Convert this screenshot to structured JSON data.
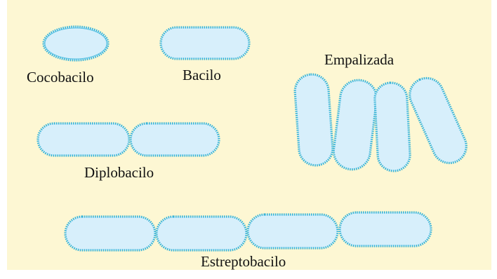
{
  "labels": {
    "cocobacilo": "Cocobacilo",
    "bacilo": "Bacilo",
    "empalizada": "Empalizada",
    "diplobacilo": "Diplobacilo",
    "estreptobacilo": "Estreptobacilo"
  },
  "colors": {
    "background": "#fdf7d3",
    "cell_fill": "#d7effb",
    "cell_outline": "#38b4d8"
  }
}
